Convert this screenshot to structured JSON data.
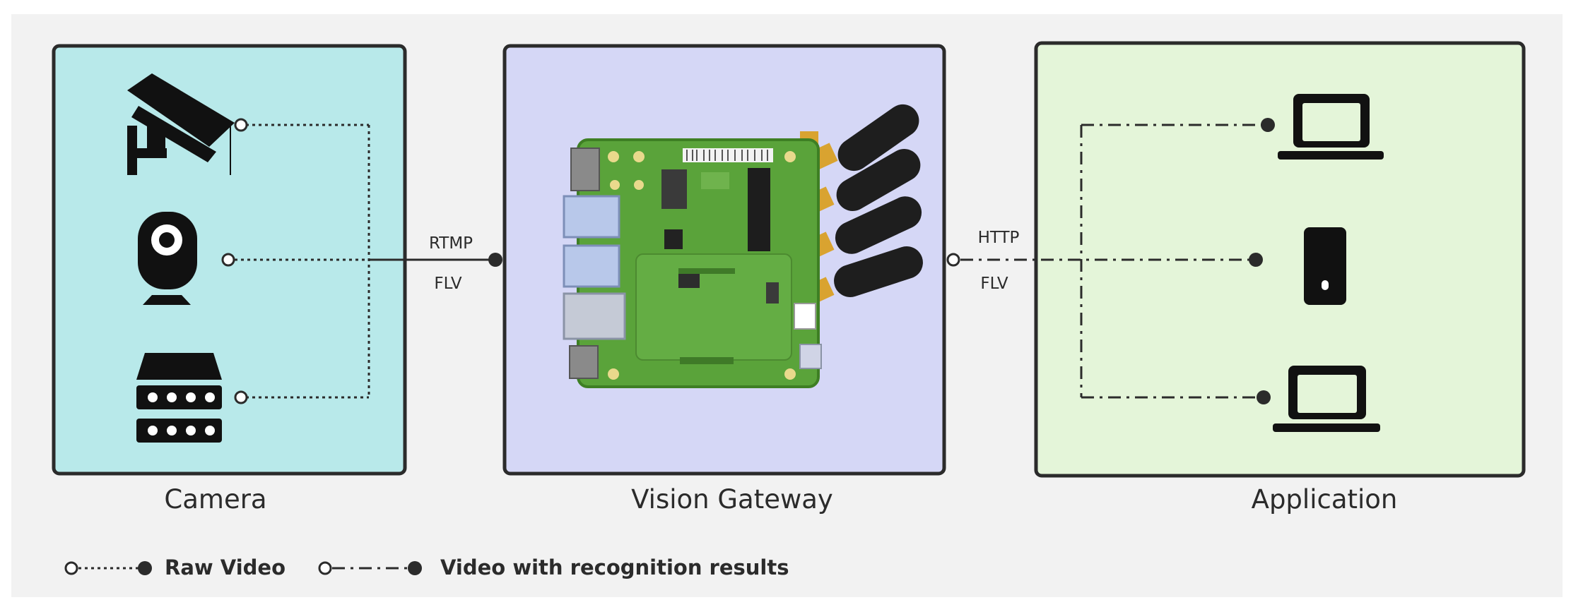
{
  "panels": {
    "camera": {
      "label": "Camera",
      "fill": "#b8e9ea"
    },
    "gateway": {
      "label": "Vision Gateway",
      "fill": "#d5d7f6"
    },
    "application": {
      "label": "Application",
      "fill": "#e4f5d9"
    }
  },
  "edges": {
    "camera_to_gateway": {
      "top_label": "RTMP",
      "bottom_label": "FLV"
    },
    "gateway_to_app": {
      "top_label": "HTTP",
      "bottom_label": "FLV"
    }
  },
  "legend": {
    "raw_video": "Raw Video",
    "recognized_video": "Video with recognition results"
  },
  "icons": {
    "camera_devices": [
      "security-camera-icon",
      "webcam-icon",
      "nvr-recorder-icon"
    ],
    "gateway_device": "circuit-board-icon",
    "app_devices": [
      "laptop-icon",
      "smartphone-icon",
      "laptop-icon"
    ]
  },
  "colors": {
    "background": "#f2f2f2",
    "stroke": "#2b2b2b",
    "board_green": "#5aa33a",
    "antenna": "#1e1e1e",
    "connector_gold": "#d9a330"
  }
}
